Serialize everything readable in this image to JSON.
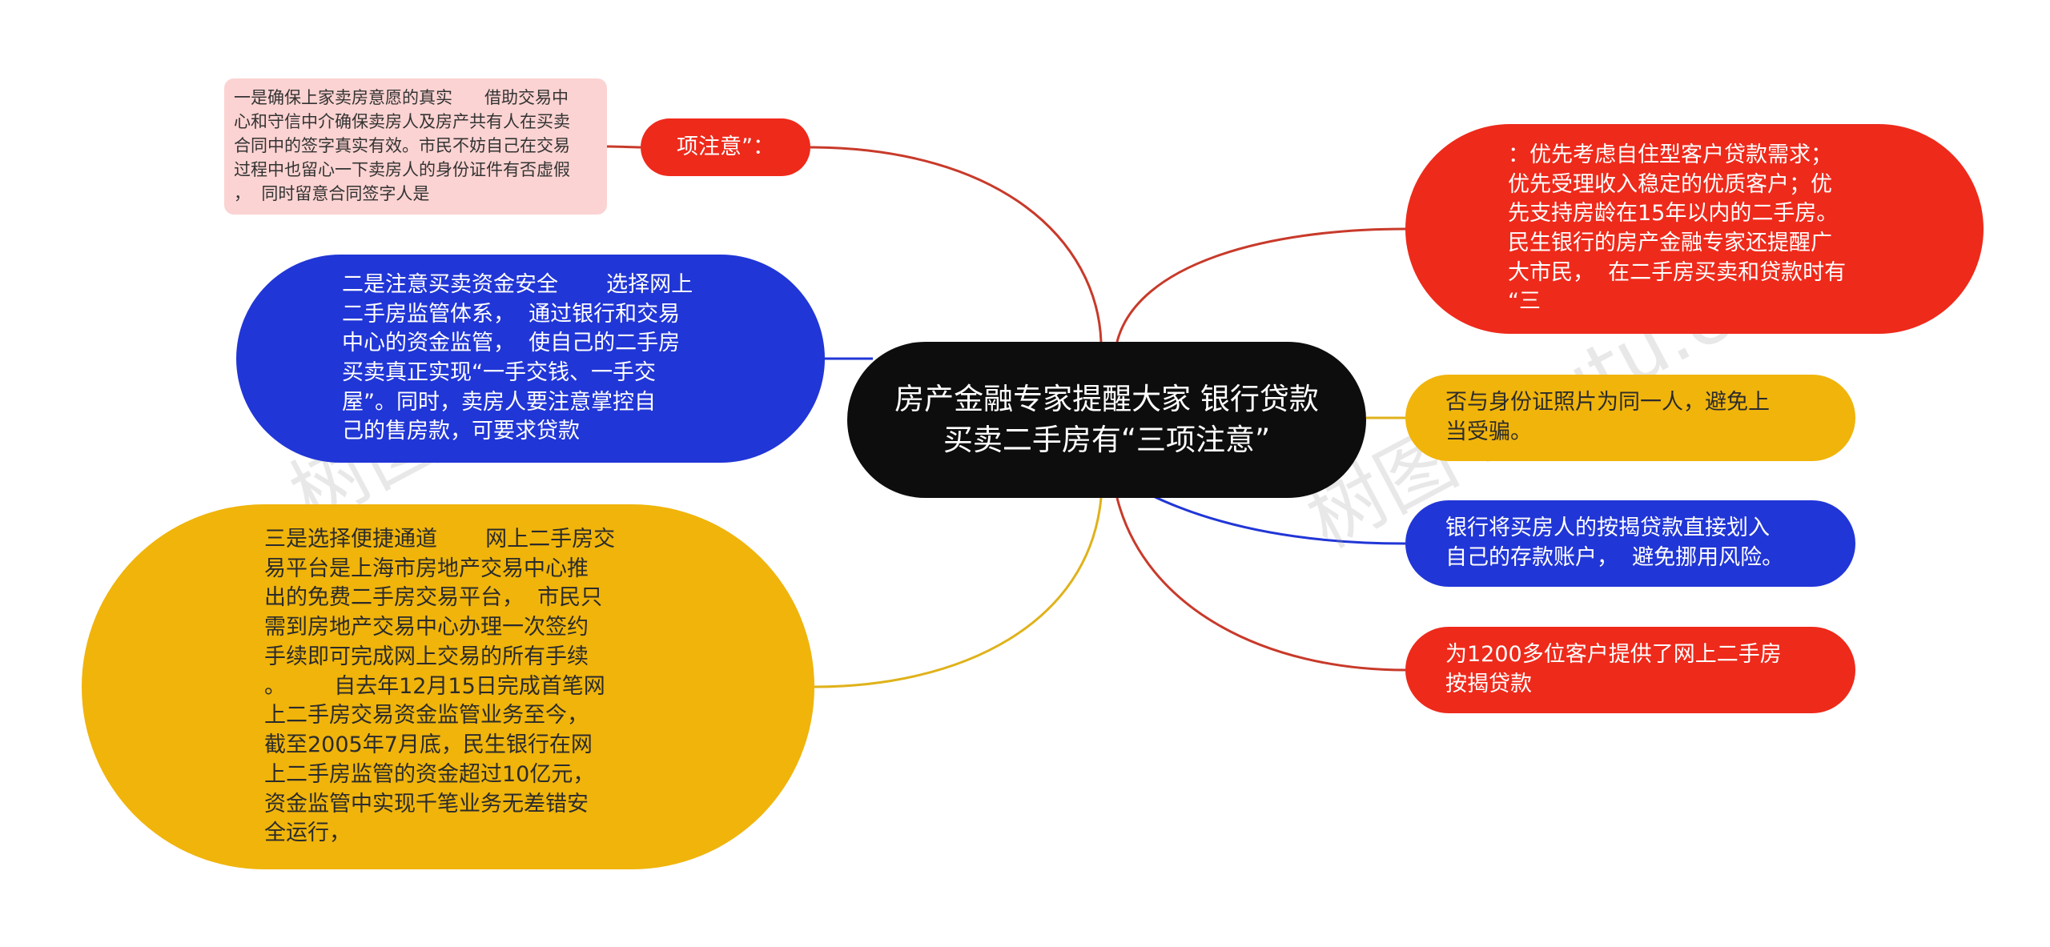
{
  "colors": {
    "root": "#0d0d0d",
    "red": "#ee2a1b",
    "blue": "#2136d6",
    "yellow": "#f0b40b",
    "pink": "#fbd3d2",
    "link_red": "#c83a2a",
    "link_blue": "#2136d6",
    "link_yellow": "#e0b21a"
  },
  "root": {
    "text": "房产金融专家提醒大家 银行贷款买卖二手房有“三项注意”"
  },
  "left": {
    "red_label": {
      "text": "项注意”："
    },
    "pink_note": {
      "text": "一是确保上家卖房意愿的真实      借助交易中\n心和守信中介确保卖房人及房产共有人在买卖\n合同中的签字真实有效。市民不妨自己在交易\n过程中也留心一下卖房人的身份证件有否虚假\n，  同时留意合同签字人是"
    },
    "blue_point": {
      "text": "二是注意买卖资金安全       选择网上\n二手房监管体系，  通过银行和交易\n中心的资金监管，  使自己的二手房\n买卖真正实现“一手交钱、一手交\n屋”。同时，卖房人要注意掌控自\n己的售房款，可要求贷款"
    },
    "yellow_point": {
      "text": "三是选择便捷通道       网上二手房交\n易平台是上海市房地产交易中心推\n出的免费二手房交易平台，  市民只\n需到房地产交易中心办理一次签约\n手续即可完成网上交易的所有手续\n。       自去年12月15日完成首笔网\n上二手房交易资金监管业务至今，\n截至2005年7月底，民生银行在网\n上二手房监管的资金超过10亿元，\n资金监管中实现千笔业务无差错安\n全运行，"
    }
  },
  "right": {
    "red_top": {
      "text": "：优先考虑自住型客户贷款需求；\n优先受理收入稳定的优质客户；优\n先支持房龄在15年以内的二手房。\n民生银行的房产金融专家还提醒广\n大市民，  在二手房买卖和贷款时有\n“三"
    },
    "yellow_small": {
      "text": "否与身份证照片为同一人，避免上\n当受骗。"
    },
    "blue_small": {
      "text": "银行将买房人的按揭贷款直接划入\n自己的存款账户，  避免挪用风险。"
    },
    "red_bottom": {
      "text": "为1200多位客户提供了网上二手房\n按揭贷款"
    }
  },
  "watermark": {
    "text": "树图 shutu.cn"
  }
}
